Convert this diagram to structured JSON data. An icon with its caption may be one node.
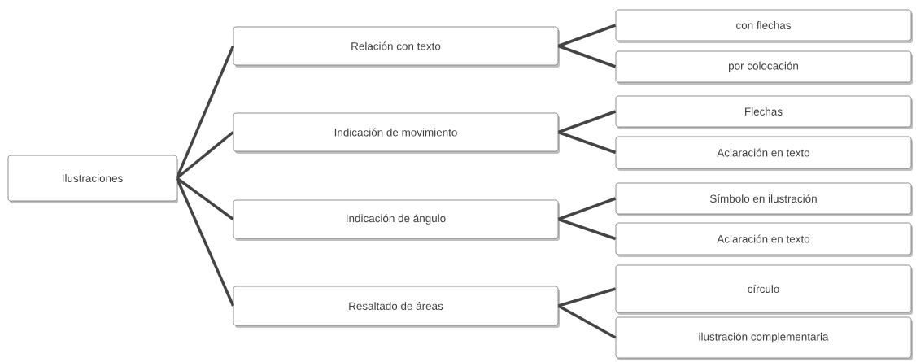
{
  "diagram": {
    "nodes": [
      {
        "text": [
          "Ilustraciones"
        ]
      },
      {
        "text": [
          "Relación con texto"
        ]
      },
      {
        "text": [
          "Indicación de movimiento"
        ]
      },
      {
        "text": [
          "Indicación de ángulo"
        ]
      },
      {
        "text": [
          "Resaltado de áreas"
        ]
      },
      {
        "text": [
          "con flechas"
        ]
      },
      {
        "text": [
          "por colocación"
        ]
      },
      {
        "text": [
          "Flechas"
        ]
      },
      {
        "text": [
          "Aclaración en texto"
        ]
      },
      {
        "text": [
          "Símbolo en ilustración"
        ]
      },
      {
        "text": [
          "Aclaración en texto"
        ]
      },
      {
        "text": [
          "círculo"
        ]
      },
      {
        "text": [
          "ilustración complementaria"
        ]
      }
    ],
    "edges": [
      {
        "from": 0,
        "to": 1,
        "arrow": "none"
      },
      {
        "from": 0,
        "to": 2,
        "arrow": "none"
      },
      {
        "from": 0,
        "to": 3,
        "arrow": "none"
      },
      {
        "from": 0,
        "to": 4,
        "arrow": "none"
      },
      {
        "from": 1,
        "to": 5,
        "arrow": "none"
      },
      {
        "from": 1,
        "to": 6,
        "arrow": "none"
      },
      {
        "from": 2,
        "to": 7,
        "arrow": "none"
      },
      {
        "from": 2,
        "to": 8,
        "arrow": "none"
      },
      {
        "from": 3,
        "to": 9,
        "arrow": "none"
      },
      {
        "from": 3,
        "to": 10,
        "arrow": "none"
      },
      {
        "from": 4,
        "to": 11,
        "arrow": "none"
      },
      {
        "from": 4,
        "to": 12,
        "arrow": "none"
      }
    ]
  }
}
